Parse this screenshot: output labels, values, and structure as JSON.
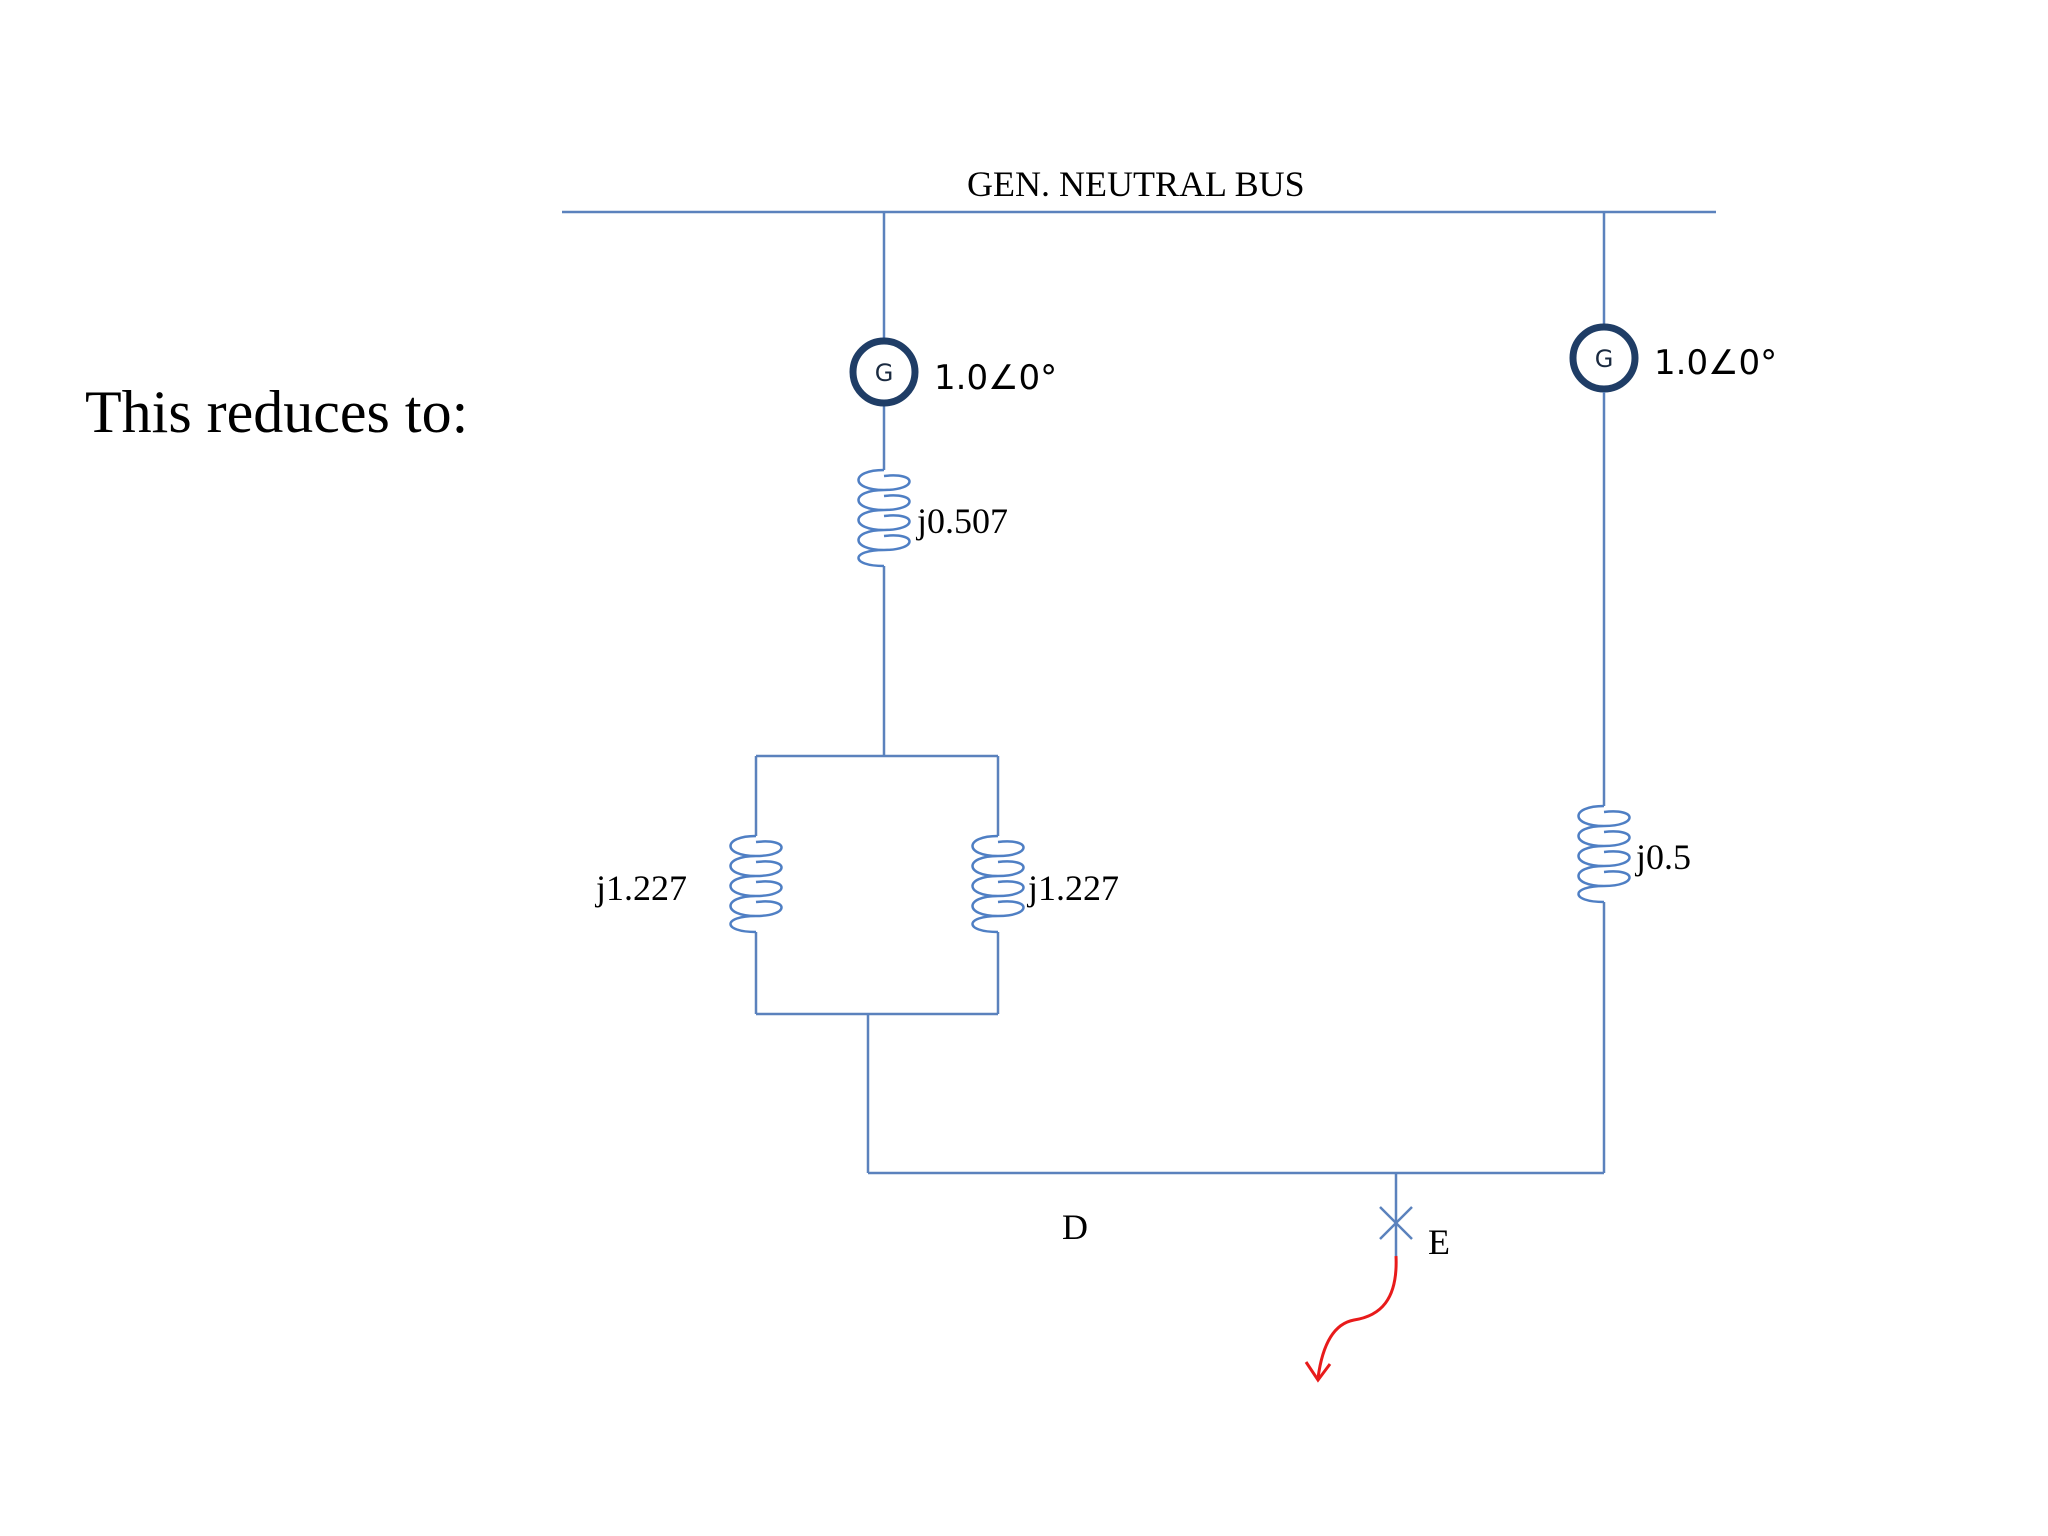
{
  "caption": "This reduces to:",
  "diagram": {
    "bus_label": "GEN. NEUTRAL BUS",
    "generators": [
      {
        "symbol": "G",
        "emf": "1.0∠0°"
      },
      {
        "symbol": "G",
        "emf": "1.0∠0°"
      }
    ],
    "reactances": {
      "left_series": "j0.507",
      "parallel_left": "j1.227",
      "parallel_right": "j1.227",
      "right_series": "j0.5"
    },
    "node_labels": {
      "d": "D",
      "e": "E"
    },
    "colors": {
      "wire": "#5b82bd",
      "generator": "#1f3d66",
      "fault_arrow": "#e81b1b"
    }
  }
}
